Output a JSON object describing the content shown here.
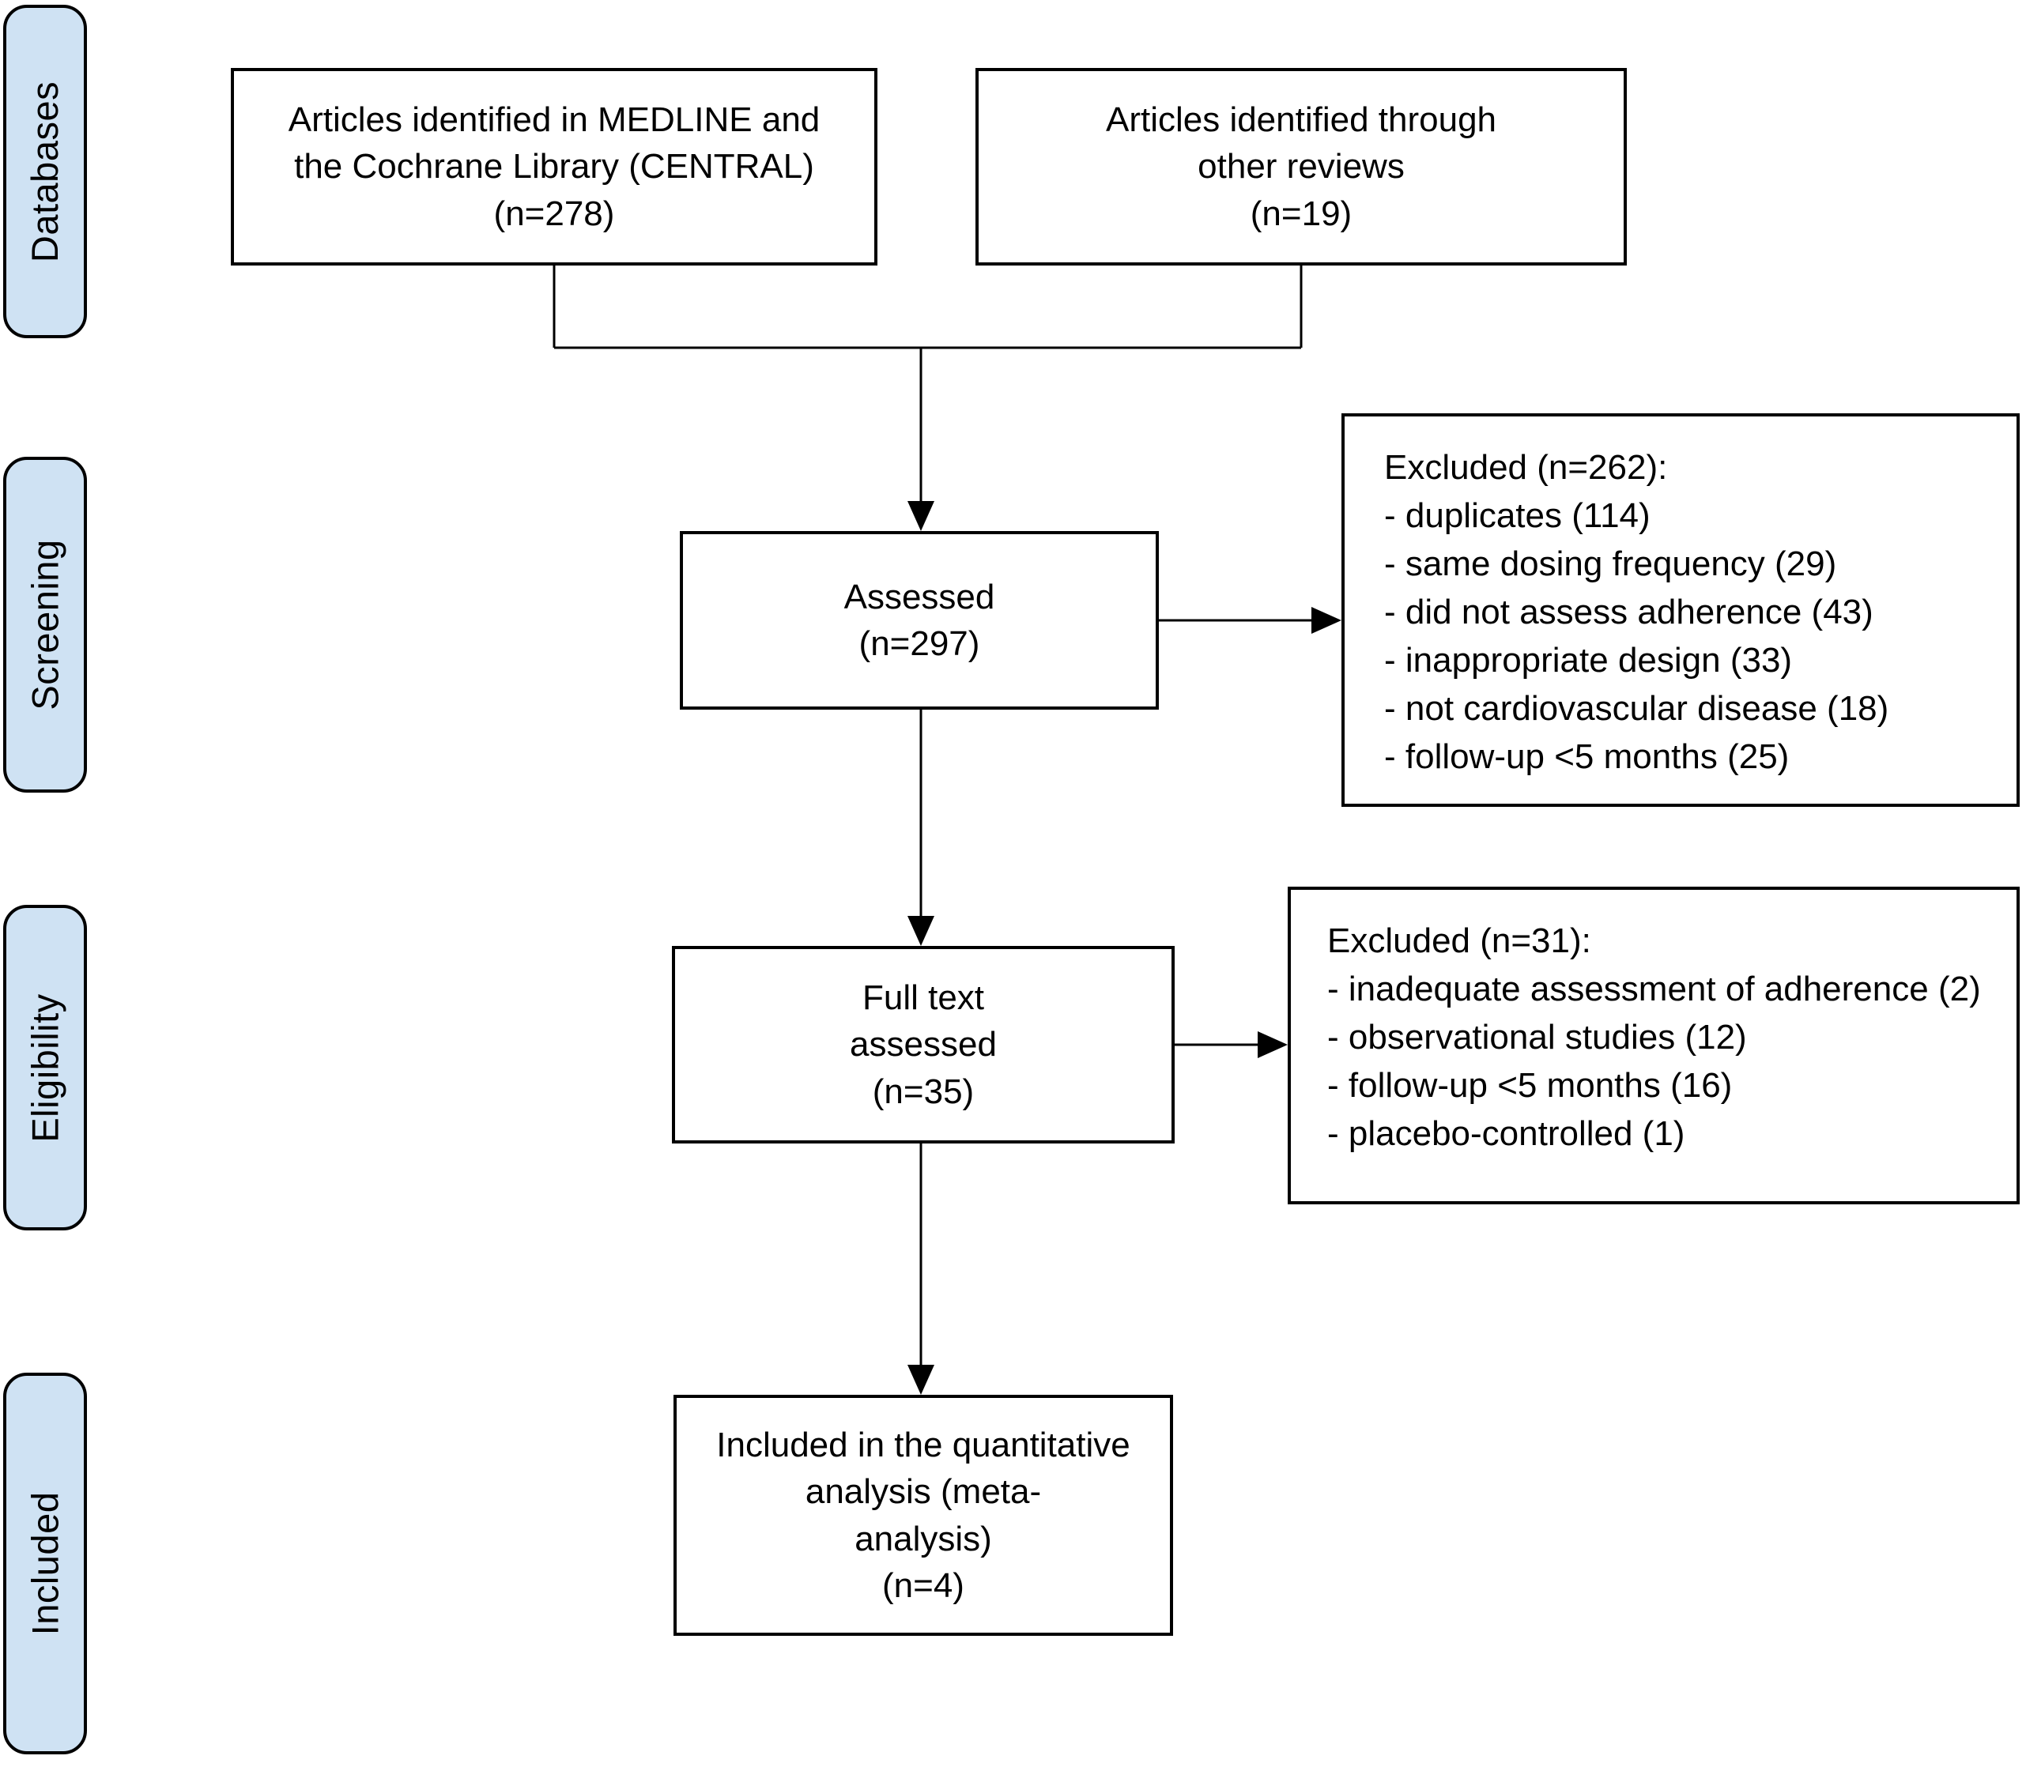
{
  "figure_type": "prisma-flow-diagram",
  "colors": {
    "background": "#ffffff",
    "stage_fill": "#cfe2f3",
    "box_fill": "#ffffff",
    "border": "#000000",
    "text": "#000000"
  },
  "stages": [
    {
      "label": "Databases"
    },
    {
      "label": "Screening"
    },
    {
      "label": "Eligibility"
    },
    {
      "label": "Included"
    }
  ],
  "flow": {
    "identified_medline": {
      "lines": [
        "Articles identified in MEDLINE and",
        "the Cochrane Library (CENTRAL)",
        "(n=278)"
      ]
    },
    "identified_other": {
      "lines": [
        "Articles identified through",
        "other reviews",
        "(n=19)"
      ]
    },
    "assessed": {
      "lines": [
        "Assessed",
        "(n=297)"
      ]
    },
    "excluded_screening": {
      "title": "Excluded (n=262):",
      "items": [
        "- duplicates (114)",
        "- same dosing frequency (29)",
        "- did not assess adherence (43)",
        "- inappropriate design (33)",
        "- not cardiovascular disease (18)",
        "- follow-up <5 months (25)"
      ]
    },
    "full_text": {
      "lines": [
        "Full text",
        "assessed",
        "(n=35)"
      ]
    },
    "excluded_eligibility": {
      "title": "Excluded (n=31):",
      "items": [
        "- inadequate assessment of adherence (2)",
        "- observational studies (12)",
        "- follow-up <5 months (16)",
        "- placebo-controlled (1)"
      ]
    },
    "included_final": {
      "lines": [
        "Included in the quantitative",
        "analysis (meta-",
        "analysis)",
        "(n=4)"
      ]
    }
  }
}
